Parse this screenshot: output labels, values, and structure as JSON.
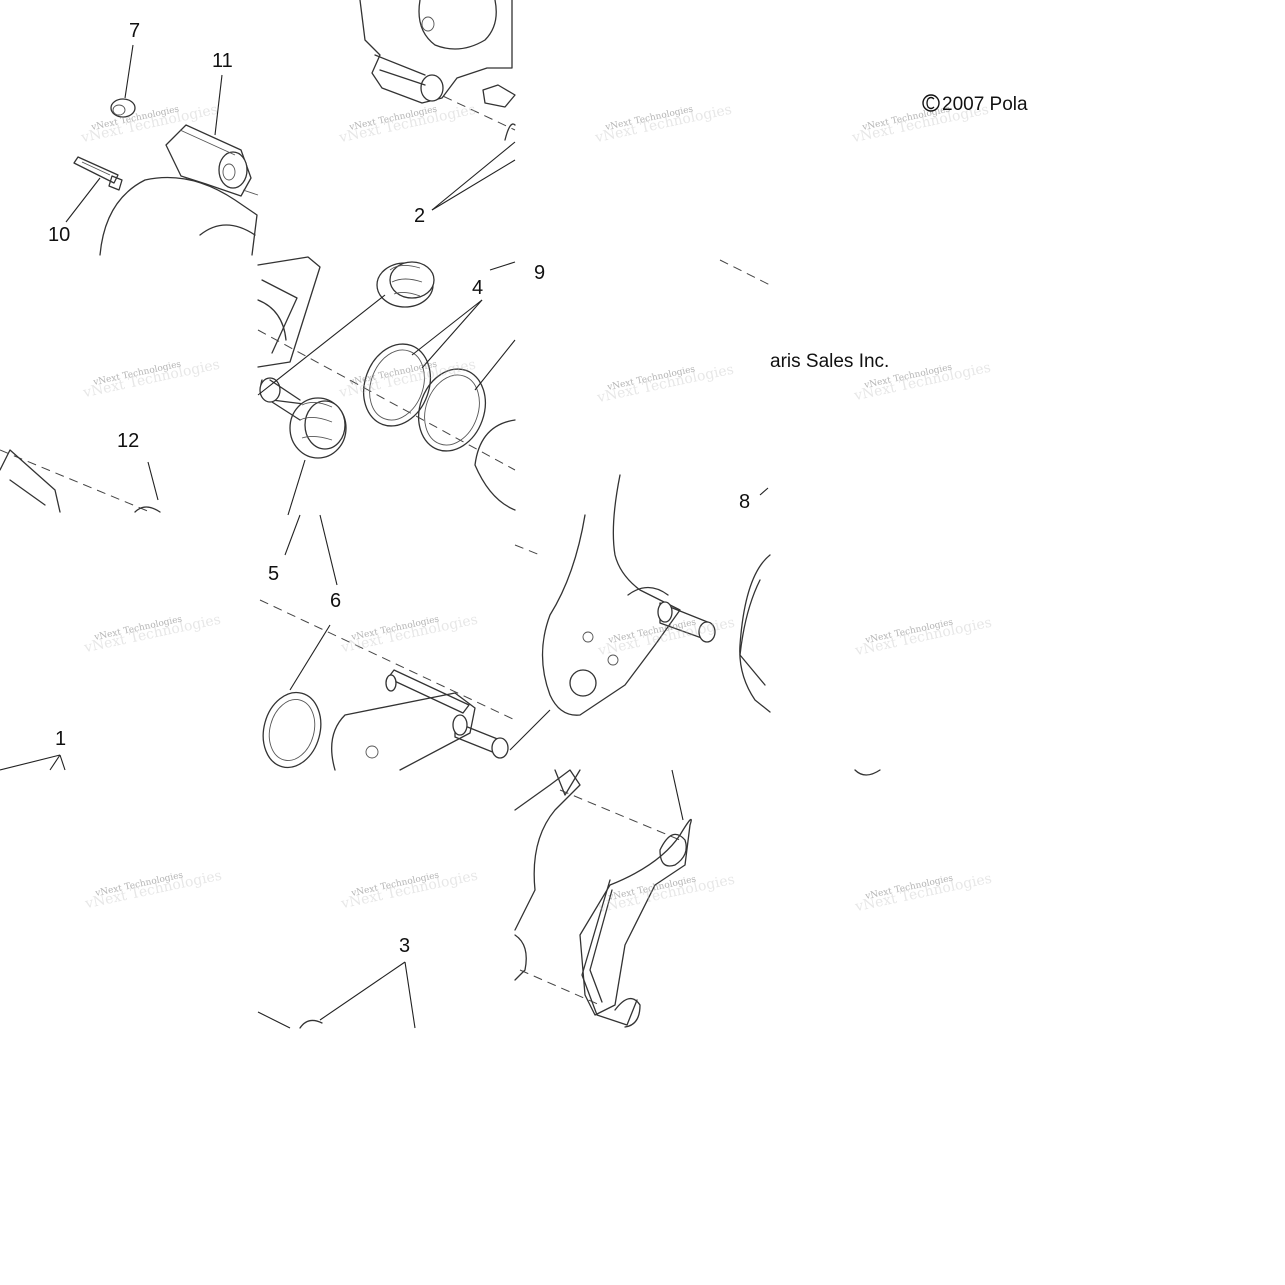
{
  "callouts": {
    "c1": "1",
    "c2": "2",
    "c3": "3",
    "c4": "4",
    "c5": "5",
    "c6": "6",
    "c7": "7",
    "c8": "8",
    "c9": "9",
    "c10": "10",
    "c11": "11",
    "c12": "12"
  },
  "copyright": {
    "part1": "2007 Pola",
    "part2": "aris Sales Inc."
  },
  "icons": {
    "copyright_symbol": "copyright-symbol-icon"
  },
  "watermark": {
    "text": "vNext Technologies"
  },
  "colors": {
    "lines": "#333333",
    "background": "#ffffff"
  }
}
